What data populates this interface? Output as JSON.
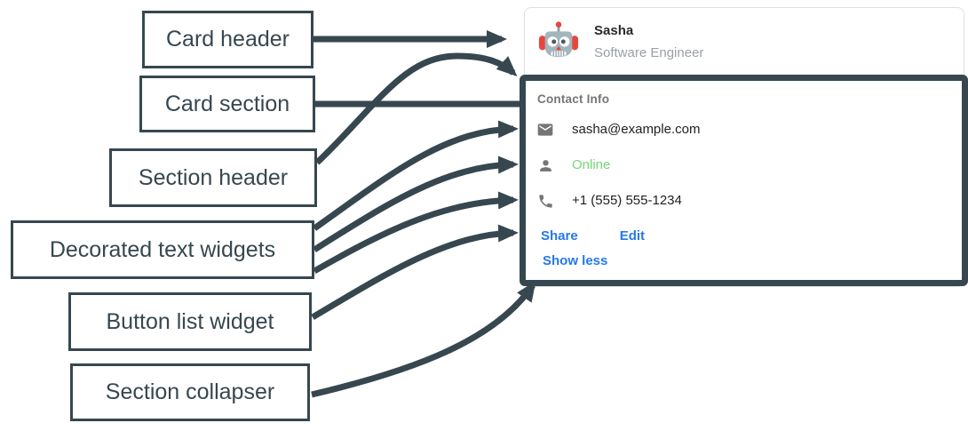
{
  "colors": {
    "annotation_dark": "#37474f",
    "card_border": "#e0e0e0",
    "link_blue": "#2579e8",
    "online_green": "#75d675",
    "header_gray": "#757575",
    "subtitle_gray": "#9aa0a6",
    "text_dark": "#212121"
  },
  "annotations": {
    "labels": [
      {
        "id": "card-header",
        "text": "Card header"
      },
      {
        "id": "card-section",
        "text": "Card section"
      },
      {
        "id": "section-header",
        "text": "Section header"
      },
      {
        "id": "decorated-text-widgets",
        "text": "Decorated text widgets"
      },
      {
        "id": "button-list-widget",
        "text": "Button list widget"
      },
      {
        "id": "section-collapser",
        "text": "Section collapser"
      }
    ]
  },
  "card": {
    "header": {
      "avatar_icon": "robot-avatar",
      "name": "Sasha",
      "subtitle": "Software Engineer"
    },
    "section": {
      "header": "Contact Info",
      "rows": [
        {
          "icon": "email-icon",
          "text": "sasha@example.com",
          "status": "normal"
        },
        {
          "icon": "person-icon",
          "text": "Online",
          "status": "online"
        },
        {
          "icon": "phone-icon",
          "text": "+1 (555) 555-1234",
          "status": "normal"
        }
      ],
      "buttons": [
        {
          "label": "Share"
        },
        {
          "label": "Edit"
        }
      ],
      "collapser_label": "Show less"
    }
  }
}
